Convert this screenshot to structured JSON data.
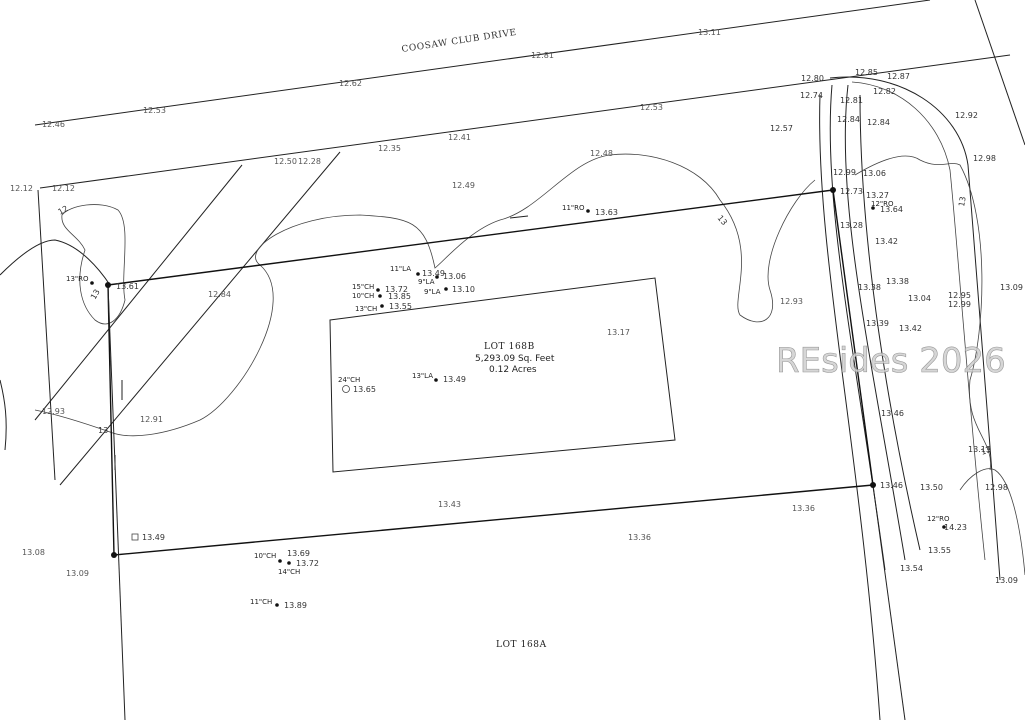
{
  "road_name": "COOSAW CLUB DRIVE",
  "lot_main": {
    "name": "LOT 168B",
    "area_sqft": "5,293.09 Sq. Feet",
    "area_acres": "0.12 Acres"
  },
  "lot_adjacent": {
    "name": "LOT 168A"
  },
  "watermark": "REsides 2026",
  "contour_labels": [
    "12",
    "13",
    "13",
    "13",
    "13",
    "13"
  ],
  "elevations": [
    "12.46",
    "12.53",
    "12.62",
    "12.81",
    "13.11",
    "12.80",
    "12.85",
    "12.87",
    "12.74",
    "12.81",
    "12.82",
    "12.92",
    "12.53",
    "12.57",
    "12.84",
    "12.84",
    "12.41",
    "12.35",
    "12.12",
    "12.12",
    "12.50",
    "12.28",
    "12.48",
    "12.49",
    "12.99",
    "13.06",
    "12.98",
    "12.73",
    "13.27",
    "13.63",
    "13.28",
    "13.42",
    "12.84",
    "12.93",
    "13.38",
    "13.38",
    "13.04",
    "12.95",
    "12.99",
    "13.09",
    "13.17",
    "13.39",
    "13.42",
    "13.46",
    "12.93",
    "12.91",
    "13.46",
    "13.50",
    "13.43",
    "13.36",
    "13.13",
    "12.98",
    "13.08",
    "13.09",
    "13.36",
    "13.55",
    "13.54",
    "13.09"
  ],
  "trees": [
    {
      "tag": "13\"RO",
      "elev": "13.61"
    },
    {
      "tag": "11\"LA",
      "elev": "13.49"
    },
    {
      "tag": "9\"LA",
      "elev": "13.06"
    },
    {
      "tag": "9\"LA",
      "elev": "13.10"
    },
    {
      "tag": "15\"CH",
      "elev": "13.72"
    },
    {
      "tag": "10\"CH",
      "elev": "13.85"
    },
    {
      "tag": "13\"CH",
      "elev": "13.55"
    },
    {
      "tag": "11\"RO",
      "elev": "13.63"
    },
    {
      "tag": "12\"RO",
      "elev": "13.64"
    },
    {
      "tag": "24\"CH",
      "elev": "13.65"
    },
    {
      "tag": "13\"LA",
      "elev": "13.49"
    },
    {
      "tag": "10\"CH",
      "elev": "13.69"
    },
    {
      "tag": "14\"CH",
      "elev": "13.72"
    },
    {
      "tag": "11\"CH",
      "elev": "13.89"
    },
    {
      "tag": "12\"RO",
      "elev": "14.23"
    }
  ],
  "misc_marks": {
    "box_elev": "13.49",
    "corner_elev": "13.46"
  }
}
